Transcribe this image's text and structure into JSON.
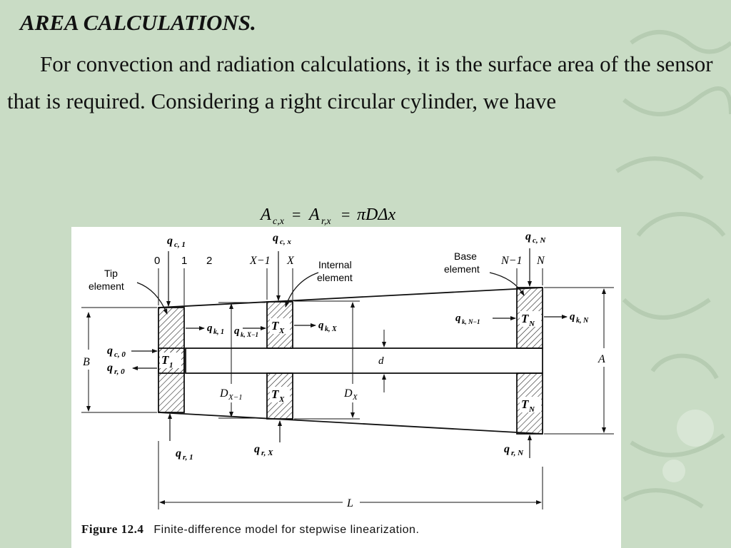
{
  "slide": {
    "heading": "AREA CALCULATIONS.",
    "paragraph": "For convection and radiation calculations, it is the surface area of the sensor that is required. Considering a right circular cylinder, we have",
    "equation": {
      "lhs_symbol": "A",
      "lhs_sub": "c,x",
      "mid_symbol": "A",
      "mid_sub": "r,x",
      "rhs": "πDΔx"
    },
    "colors": {
      "background": "#c9dcc5",
      "decoration": "#b9cfb5"
    }
  },
  "figure": {
    "caption_label": "Figure 12.4",
    "caption_text": "Finite-difference model for stepwise linearization.",
    "labels": {
      "node_0": "0",
      "node_1": "1",
      "node_2": "2",
      "node_xm1": "X−1",
      "node_x": "X",
      "node_nm1": "N−1",
      "node_n": "N",
      "tip_element": [
        "Tip",
        "element"
      ],
      "internal_element": [
        "Internal",
        "element"
      ],
      "base_element": [
        "Base",
        "element"
      ],
      "qc1": "q",
      "qc1_sub": "c, 1",
      "qcx": "q",
      "qcx_sub": "c, x",
      "qcn": "q",
      "qcn_sub": "c, N",
      "qc0": "q",
      "qc0_sub": "c, 0",
      "qr0": "q",
      "qr0_sub": "r, 0",
      "qk1": "q",
      "qk1_sub": "k, 1",
      "qkxm1": "q",
      "qkxm1_sub": "k, X−1",
      "qkx": "q",
      "qkx_sub": "k, X",
      "qknm1": "q",
      "qknm1_sub": "k, N−1",
      "qkn": "q",
      "qkn_sub": "k, N",
      "qr1": "q",
      "qr1_sub": "r, 1",
      "qrx": "q",
      "qrx_sub": "r, X",
      "qrn": "q",
      "qrn_sub": "r, N",
      "T1": "T",
      "T1_sub": "1",
      "TX": "T",
      "TX_sub": "X",
      "TN": "T",
      "TN_sub": "N",
      "dim_B": "B",
      "dim_A": "A",
      "dim_L": "L",
      "dim_d": "d",
      "DXm1": "D",
      "DXm1_sub": "X−1",
      "DX": "D",
      "DX_sub": "X"
    }
  }
}
